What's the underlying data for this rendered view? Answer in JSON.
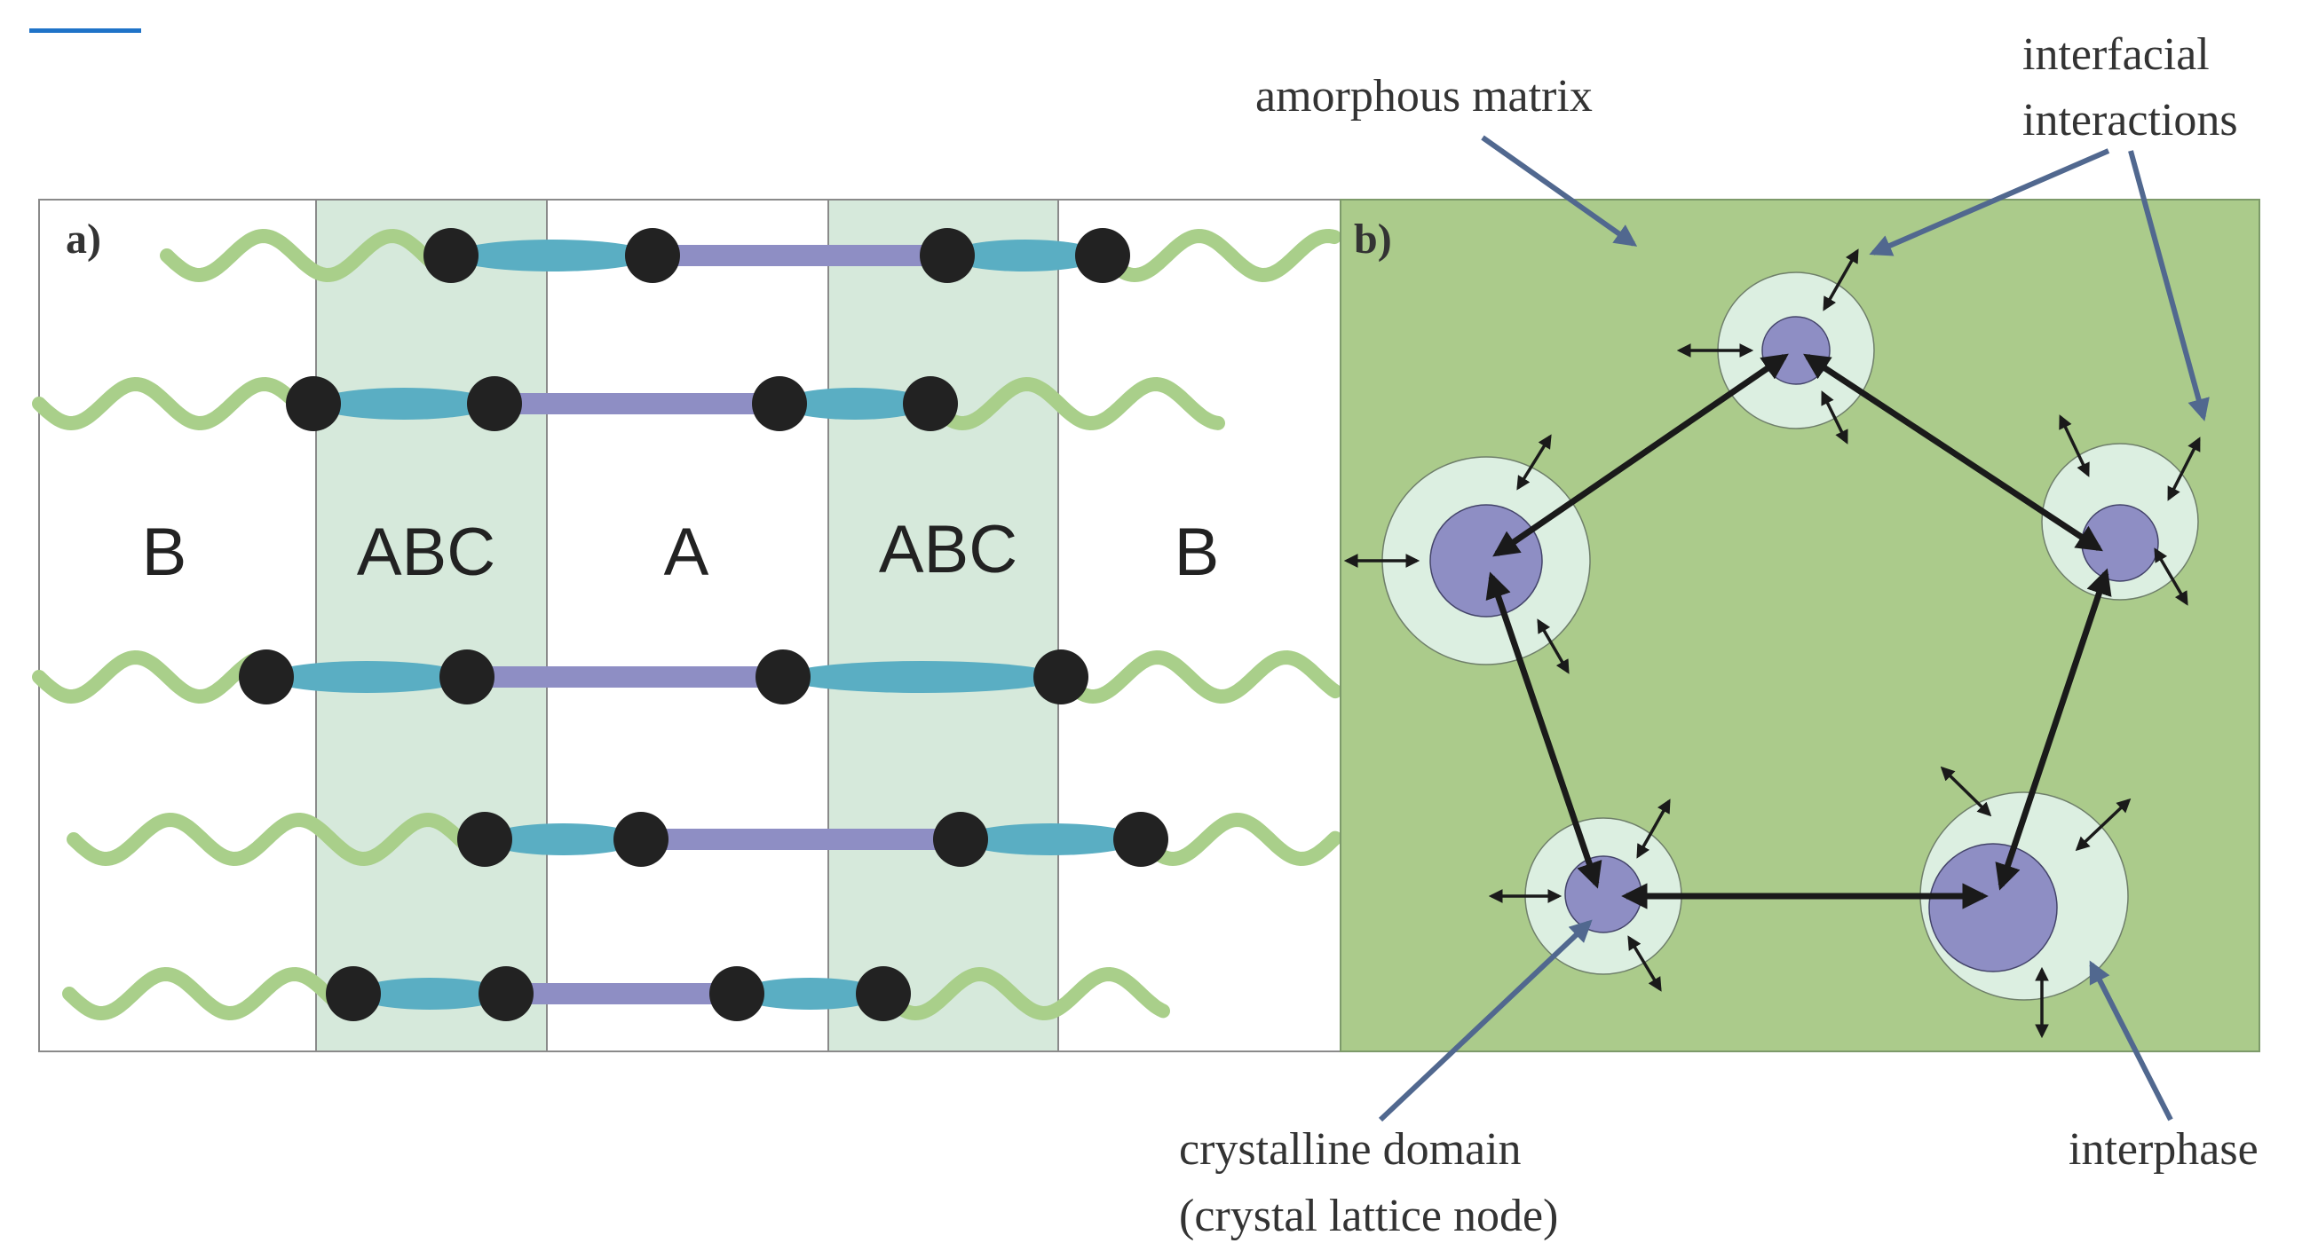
{
  "panel_a": {
    "label": "a)",
    "zones": [
      "B",
      "ABC",
      "A",
      "ABC",
      "B"
    ]
  },
  "panel_b": {
    "label": "b)"
  },
  "annotations": {
    "amorphous_matrix": "amorphous matrix",
    "interfacial_line1": "interfacial",
    "interfacial_line2": "interactions",
    "crystalline_line1": "crystalline domain",
    "crystalline_line2": "(crystal lattice node)",
    "interphase": "interphase"
  },
  "colors": {
    "b_block": "#a9cf8a",
    "c_block": "#5aaec3",
    "a_block": "#8e8ec4",
    "junction": "#222222",
    "abc_zone": "#d6e9db",
    "matrix": "#abcb8b",
    "interphase": "#dcefe1",
    "crystal": "#8e8ec4",
    "pointer": "#51688f",
    "arrow": "#1a1a1a"
  }
}
